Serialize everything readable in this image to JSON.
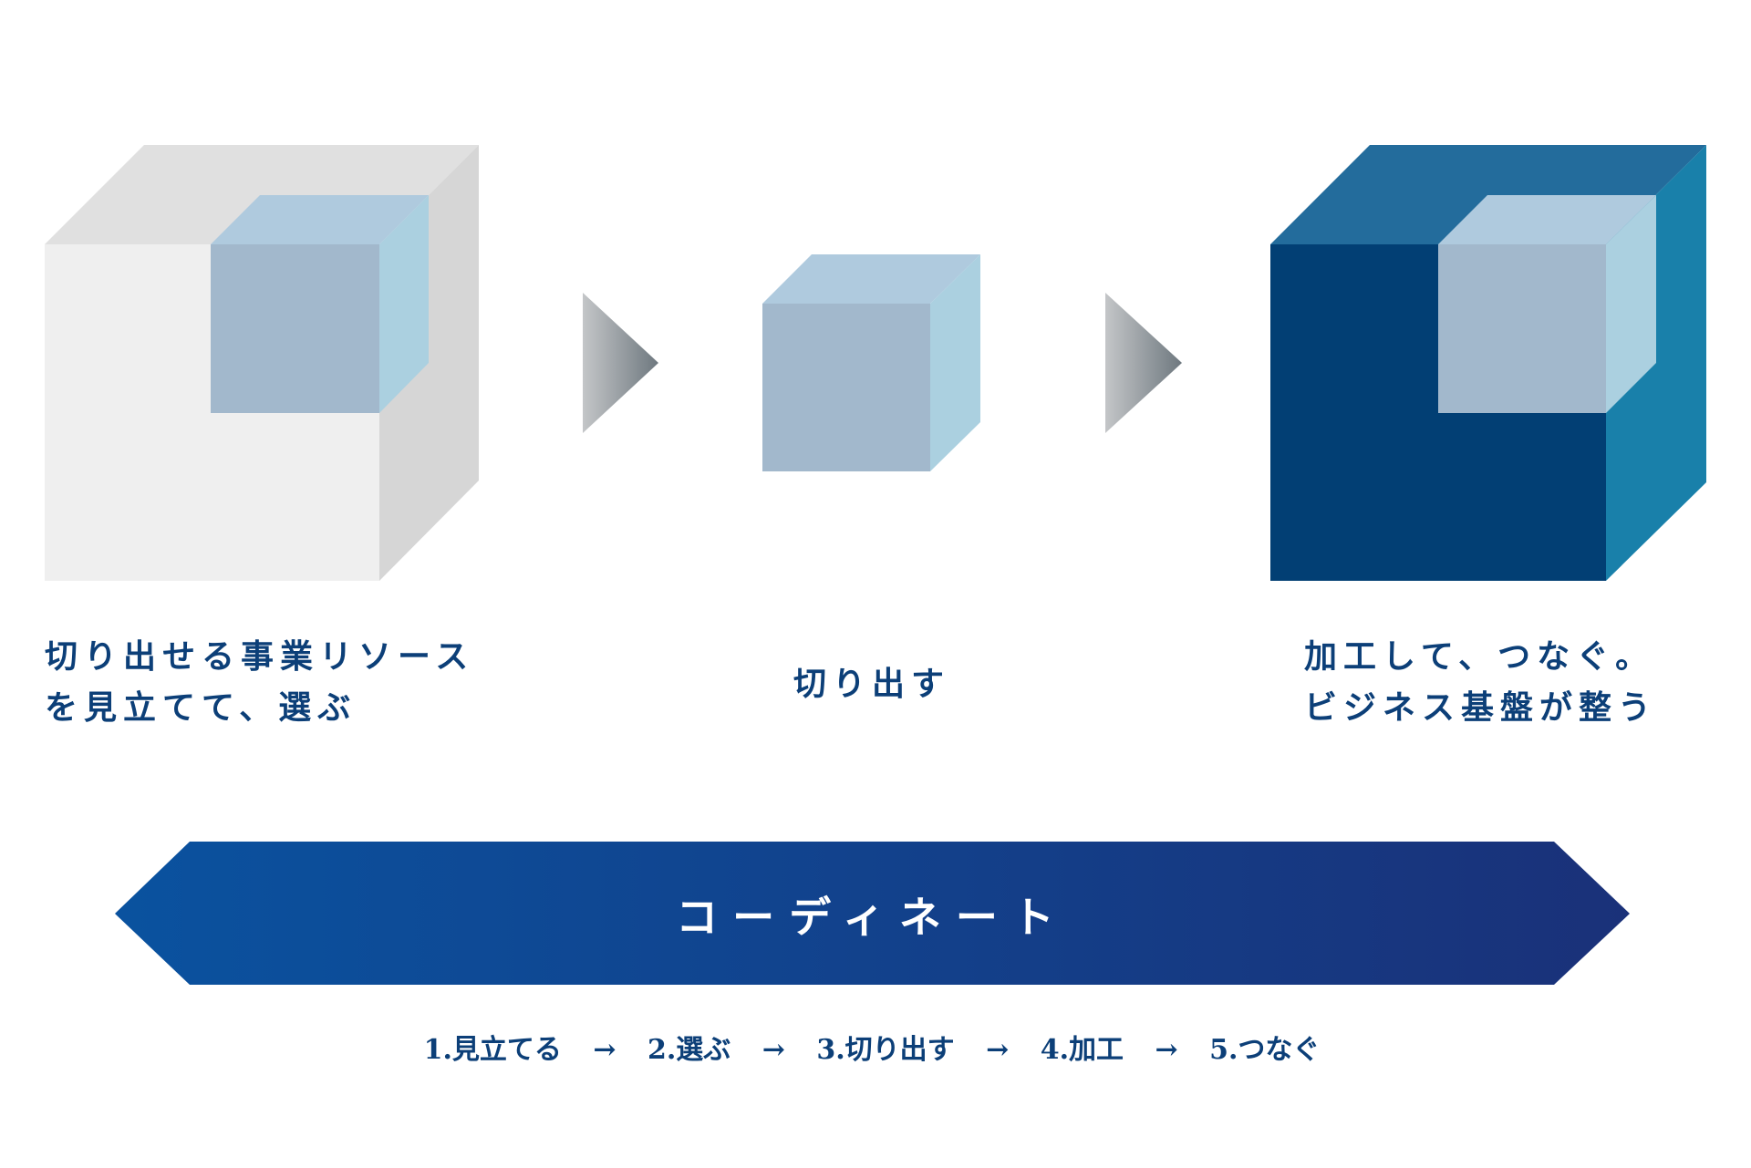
{
  "stages": [
    {
      "id": "resources",
      "caption_lines": [
        "切り出せる事業リソース",
        "を見立てて、選ぶ"
      ],
      "cube_colors": {
        "front": "#efefef",
        "top": "#e0e0e0",
        "side": "#d6d6d6"
      },
      "inner_colors": {
        "front": "#a2b8cc",
        "top": "#afcade",
        "side": "#abd0e0"
      }
    },
    {
      "id": "cut-out",
      "caption_lines": [
        "切り出す"
      ],
      "cube_colors": {
        "front": "#a2b8cc",
        "top": "#afcade",
        "side": "#abd0e0"
      }
    },
    {
      "id": "platform",
      "caption_lines": [
        "加工して、つなぐ。",
        "ビジネス基盤が整う"
      ],
      "cube_colors": {
        "front": "#023f74",
        "top": "#236c9c",
        "side": "#1980aa"
      },
      "inner_colors": {
        "front": "#a2b8cc",
        "top": "#afcade",
        "side": "#abd0e0"
      }
    }
  ],
  "flow_arrows": {
    "icon": "triangle-right-icon",
    "gradient": [
      "#c4c6c8",
      "#6e787f"
    ]
  },
  "banner": {
    "label": "コーディネート",
    "gradient": [
      "#0a529f",
      "#1a3179"
    ],
    "icon": "double-headed-arrow"
  },
  "steps": {
    "items": [
      "1.見立てる",
      "2.選ぶ",
      "3.切り出す",
      "4.加工",
      "5.つなぐ"
    ],
    "separator": "→"
  },
  "text_color": "#0c3f78"
}
